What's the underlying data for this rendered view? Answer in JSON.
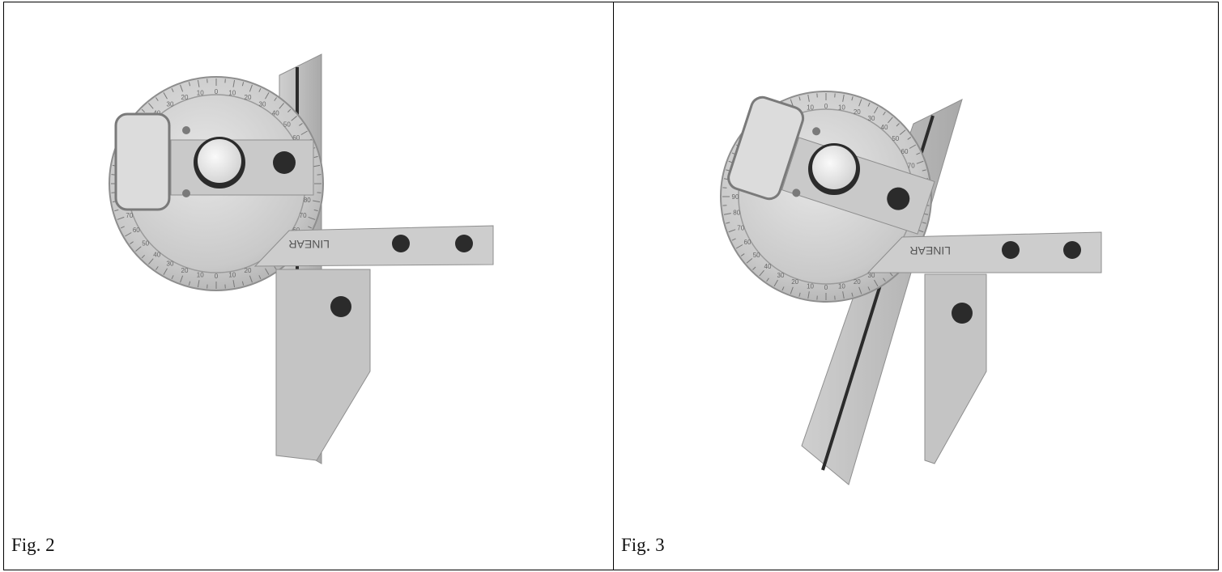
{
  "figures": [
    {
      "caption": "Fig. 2",
      "brand": "LINEAR"
    },
    {
      "caption": "Fig. 3",
      "brand": "LINEAR"
    }
  ],
  "dial_numbers": [
    "0",
    "10",
    "20",
    "30",
    "40",
    "50",
    "60",
    "70",
    "80",
    "90"
  ],
  "colors": {
    "metal_light": "#d6d6d6",
    "metal_mid": "#b9b9b9",
    "metal_dark": "#8e8e8e",
    "knob": "#2b2b2b",
    "border": "#000000"
  }
}
